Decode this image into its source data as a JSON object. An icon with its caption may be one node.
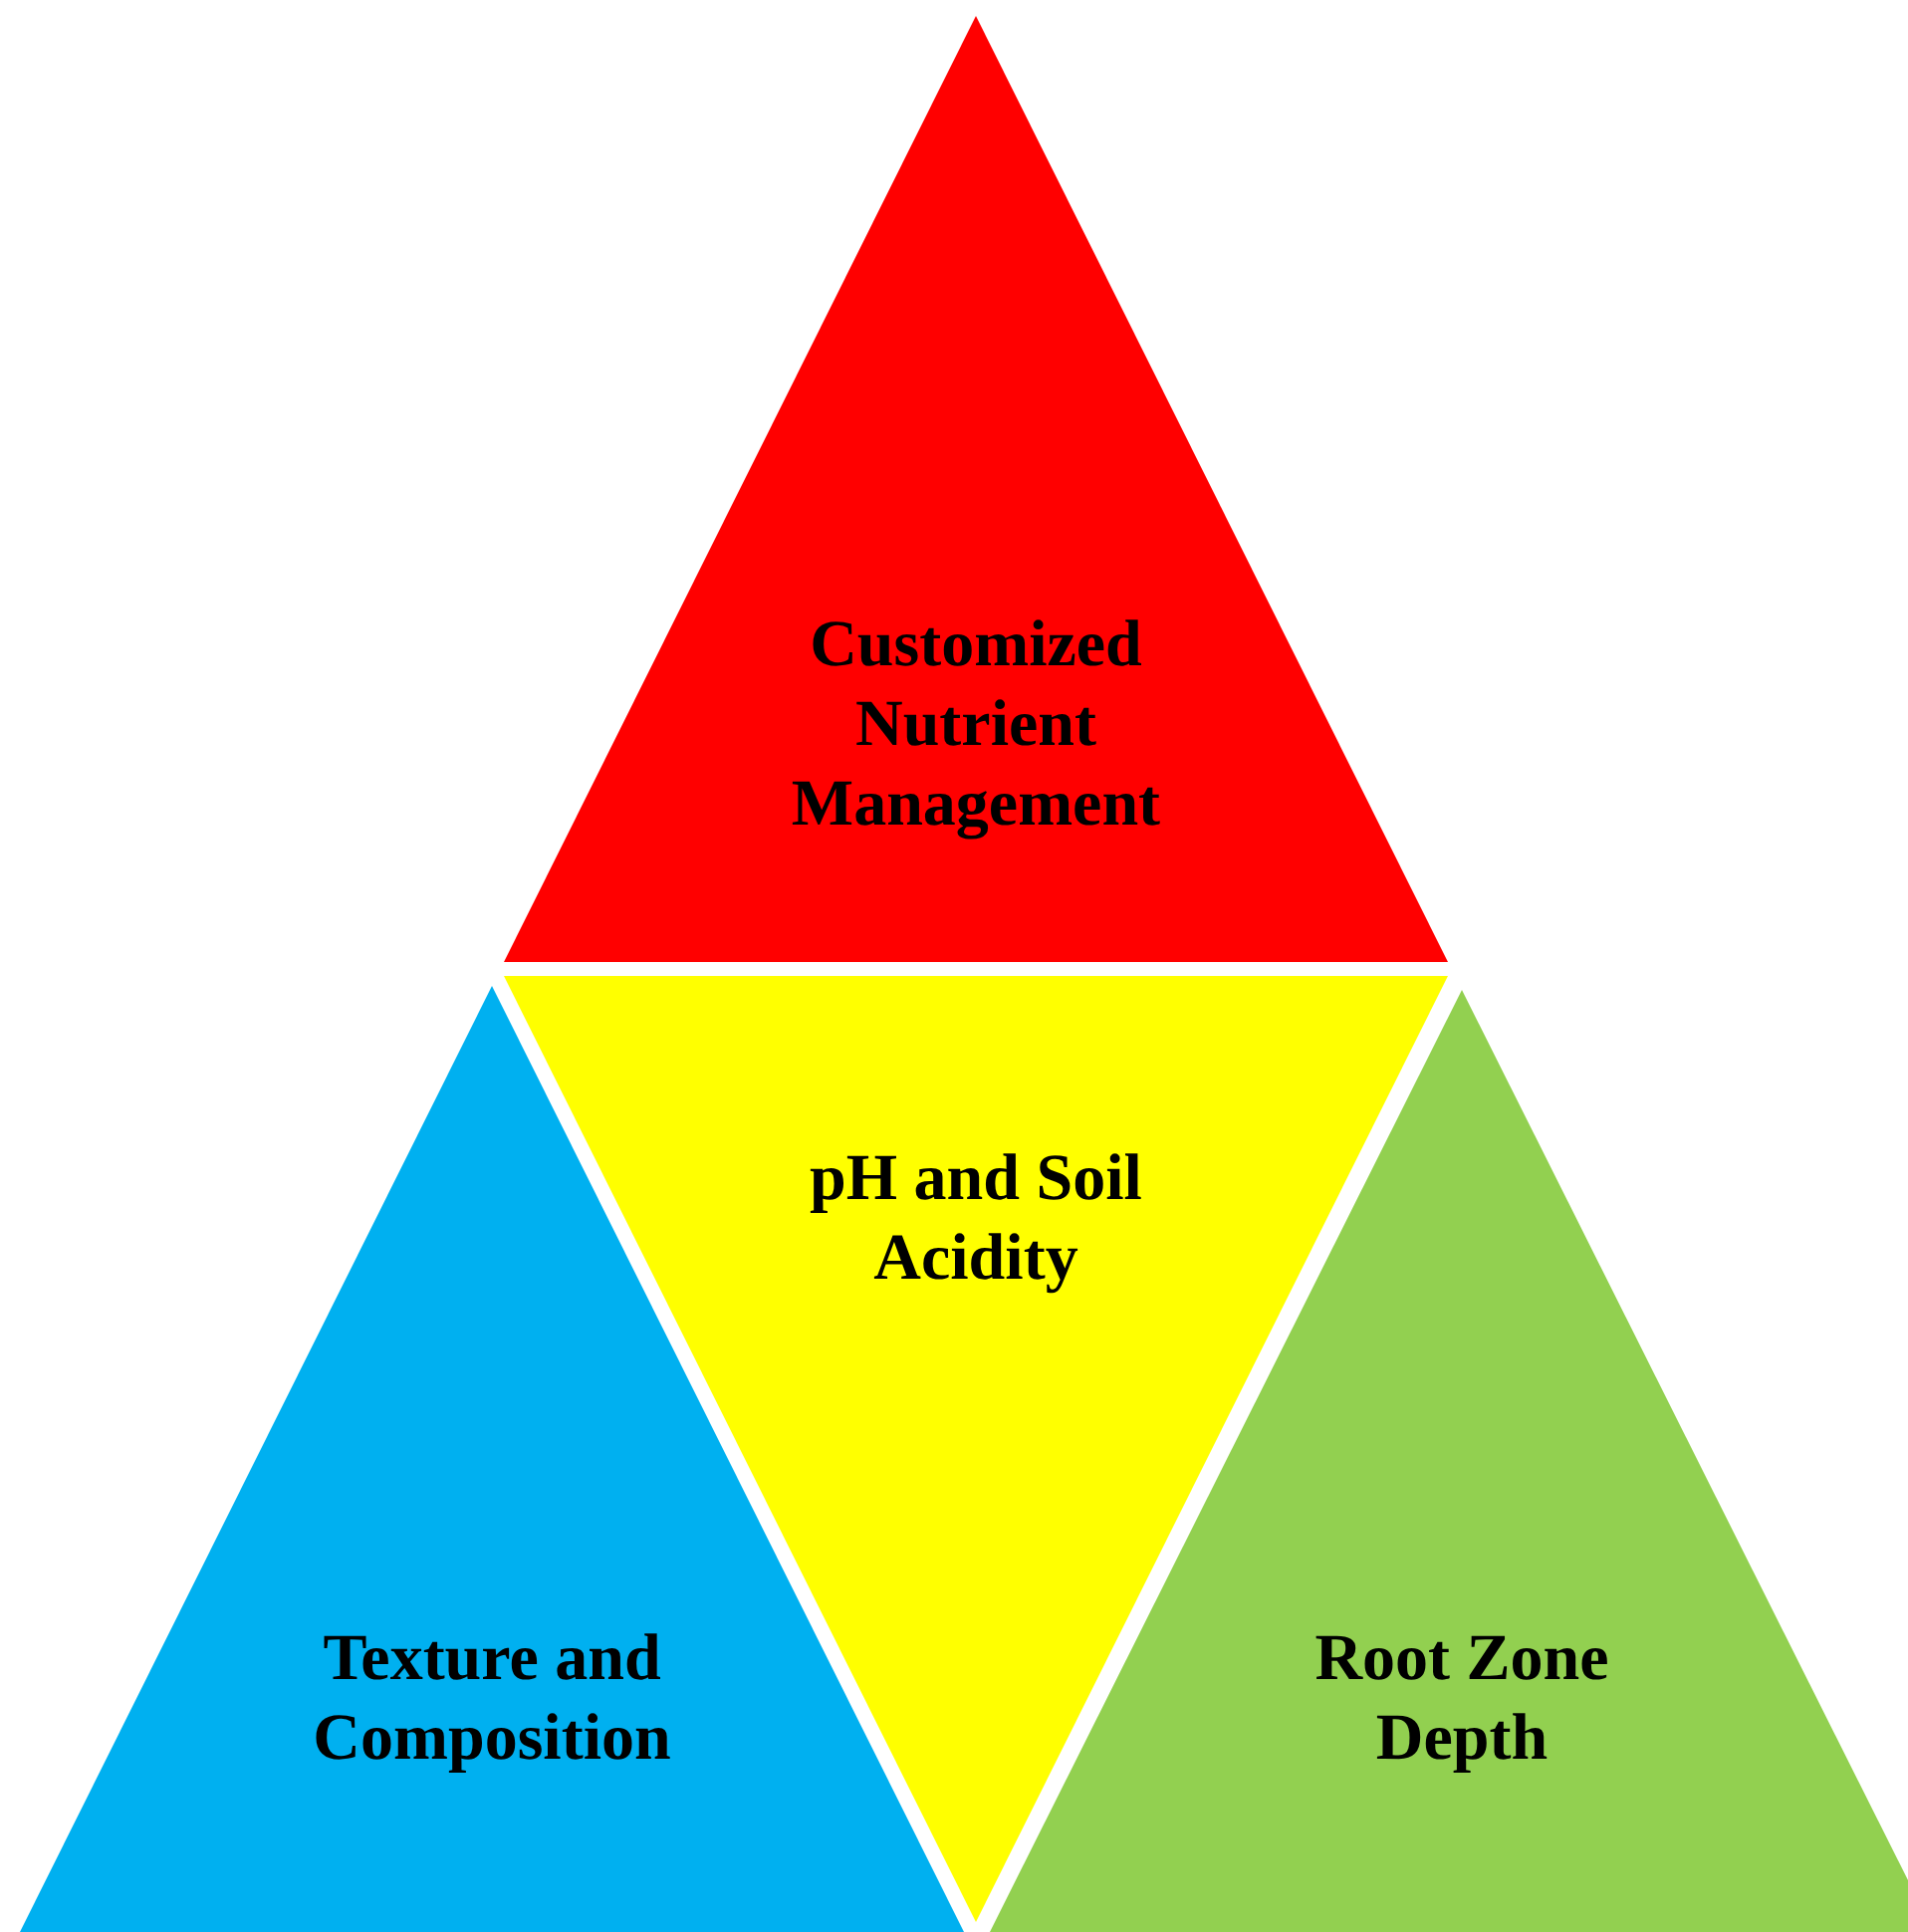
{
  "diagram": {
    "nodes": [
      {
        "text": [
          "Customized Nutrient Management"
        ]
      },
      {
        "text": [
          "Texture and Composition"
        ]
      },
      {
        "text": [
          "pH and Soil Acidity"
        ]
      },
      {
        "text": [
          "Root Zone Depth"
        ]
      }
    ]
  }
}
